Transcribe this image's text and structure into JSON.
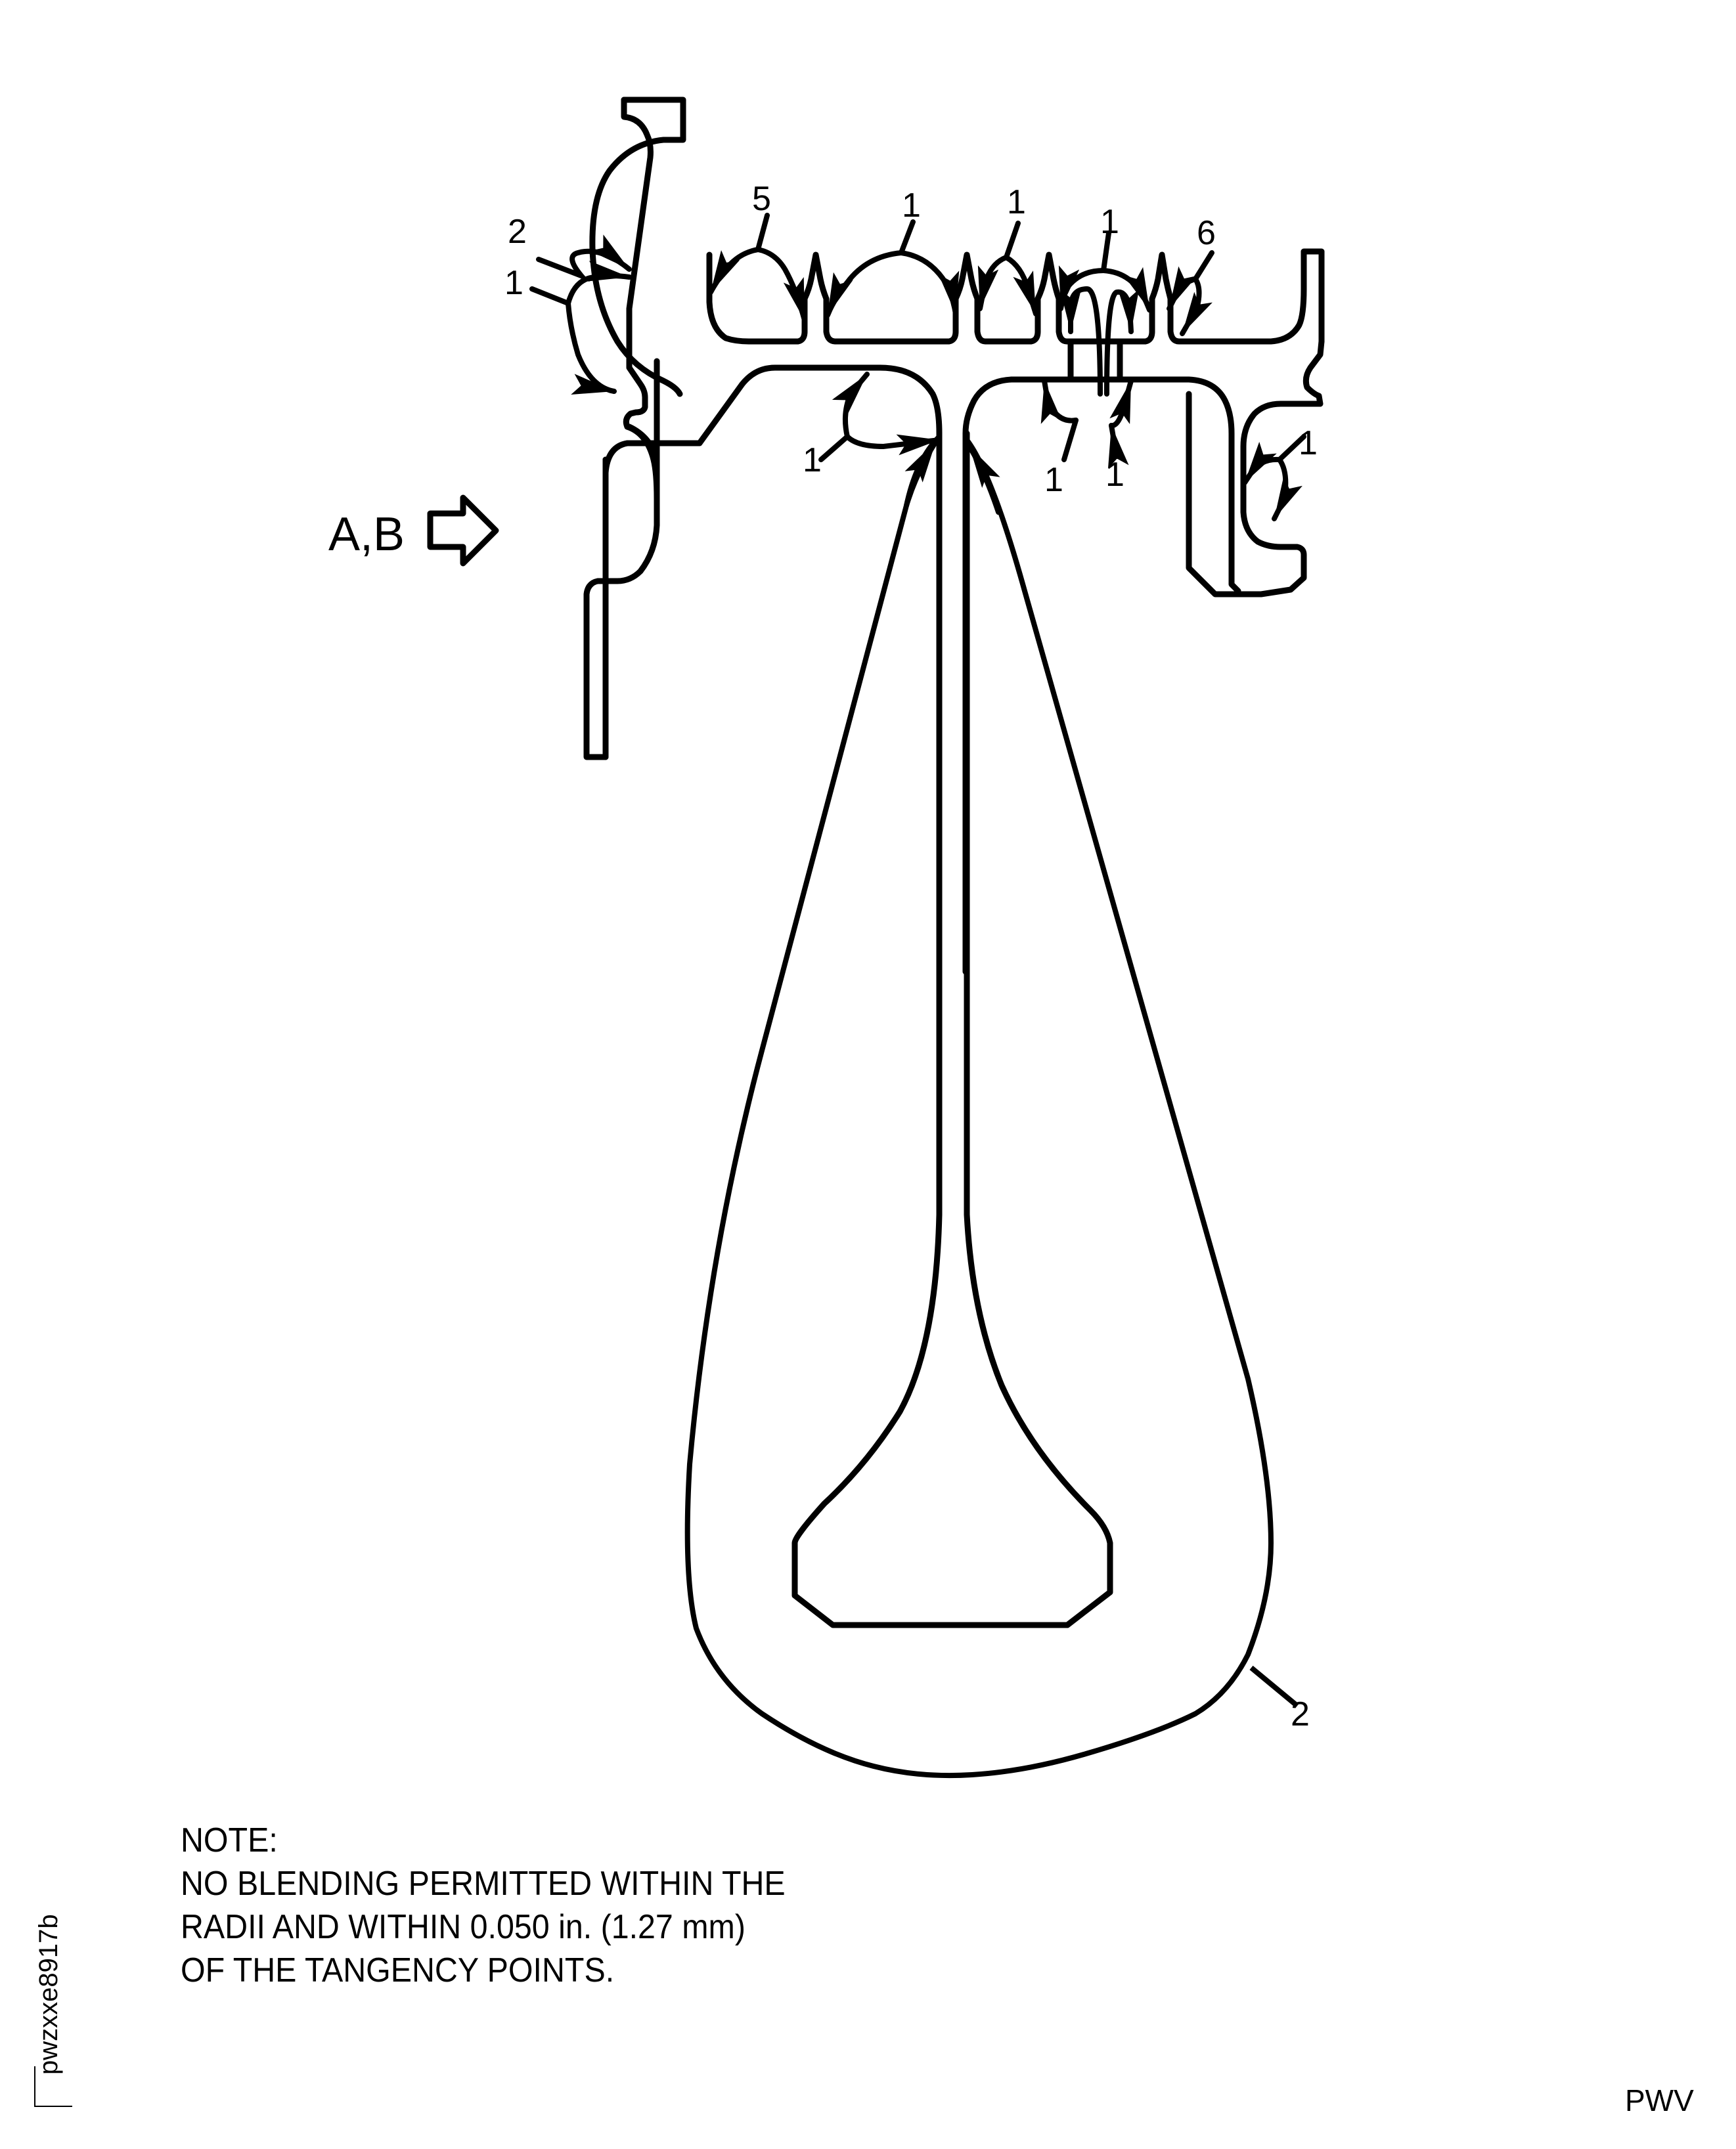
{
  "figure": {
    "view_label": "A,B",
    "view_arrow_icon": "hollow-right-arrow",
    "callouts": [
      {
        "id": "c-2-top-left",
        "text": "2"
      },
      {
        "id": "c-1-top-left",
        "text": "1"
      },
      {
        "id": "c-5",
        "text": "5"
      },
      {
        "id": "c-1-a",
        "text": "1"
      },
      {
        "id": "c-1-b",
        "text": "1"
      },
      {
        "id": "c-1-c",
        "text": "1"
      },
      {
        "id": "c-6",
        "text": "6"
      },
      {
        "id": "c-1-web-left",
        "text": "1"
      },
      {
        "id": "c-1-slot-left",
        "text": "1"
      },
      {
        "id": "c-1-slot-right",
        "text": "1"
      },
      {
        "id": "c-1-right",
        "text": "1"
      },
      {
        "id": "c-2-bottom",
        "text": "2"
      }
    ]
  },
  "note": {
    "heading": "NOTE:",
    "lines": [
      "NO BLENDING PERMITTED WITHIN THE",
      "RADII AND WITHIN 0.050 in. (1.27 mm)",
      "OF THE TANGENCY POINTS."
    ]
  },
  "figure_id": "pwzxxe8917b",
  "footer_code": "PWV"
}
